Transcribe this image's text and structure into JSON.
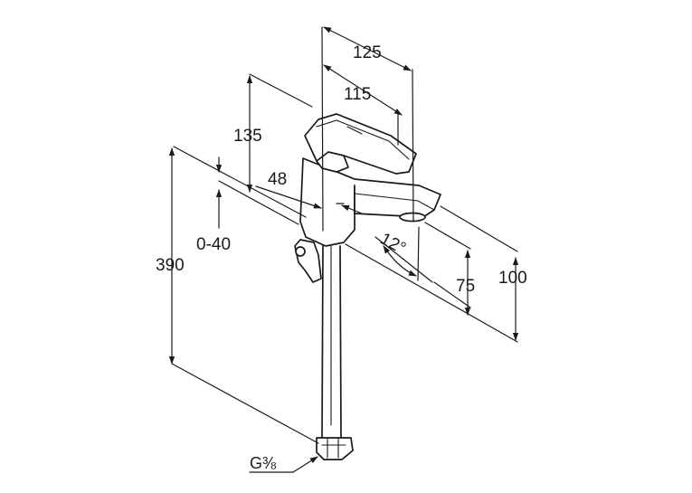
{
  "drawing": {
    "dimensions": {
      "d125": "125",
      "d115": "115",
      "d135": "135",
      "d48": "48",
      "d0_40": "0-40",
      "d390": "390",
      "d12deg": "12°",
      "d75": "75",
      "d100": "100",
      "thread": "G⅜"
    },
    "line_color": "#1a1a1a",
    "background": "#ffffff"
  }
}
